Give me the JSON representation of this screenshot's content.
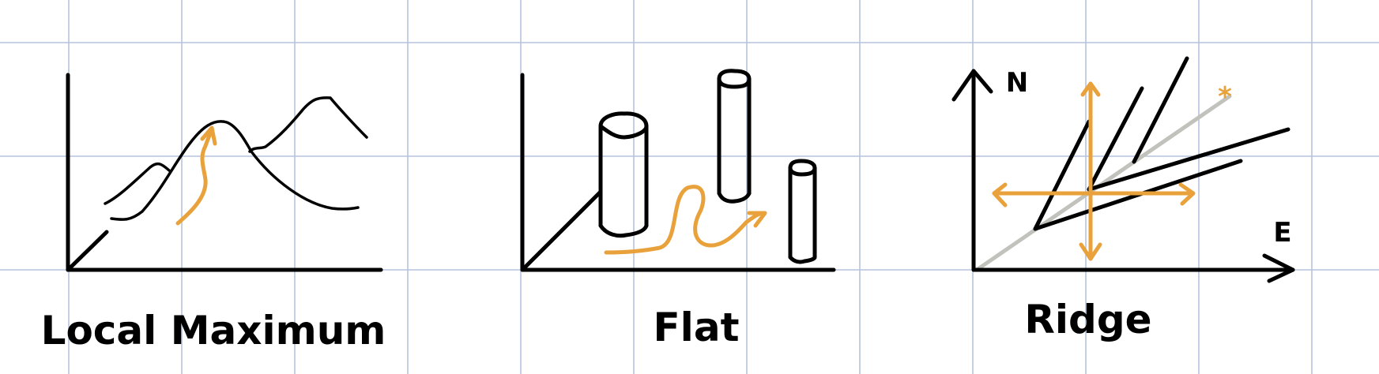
{
  "panels": [
    {
      "id": "local-maximum",
      "caption": "Local Maximum"
    },
    {
      "id": "flat",
      "caption": "Flat"
    },
    {
      "id": "ridge",
      "caption": "Ridge",
      "axis_labels": {
        "north": "N",
        "east": "E"
      }
    }
  ],
  "colors": {
    "ink": "#000000",
    "path": "#e9a23b",
    "diagonal": "#c2c2bd",
    "grid": "#b6c3dd",
    "paper": "#ffffff"
  }
}
